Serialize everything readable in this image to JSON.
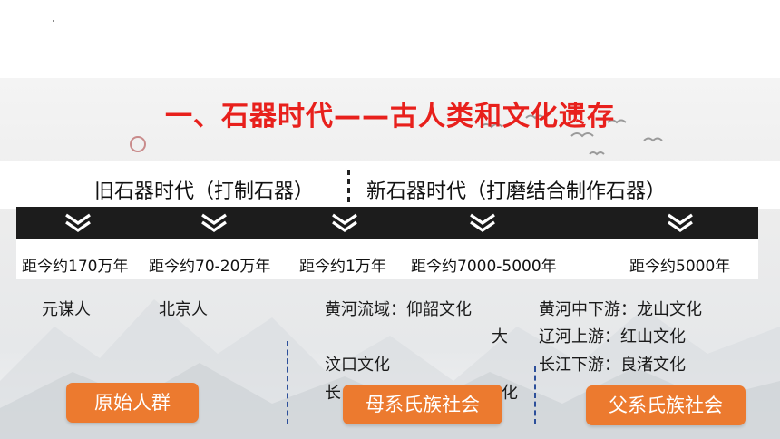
{
  "title": "一、石器时代——古人类和文化遗存",
  "eras": {
    "paleolithic": "旧石器时代（打制石器）",
    "neolithic": "新石器时代（打磨结合制作石器）"
  },
  "dates": [
    "距今约170万年",
    "距今约70-20万年",
    "距今约1万年",
    "距今约7000-5000年",
    "距今约5000年"
  ],
  "cultures": {
    "yuanmou": "元谋人",
    "peking": "北京人",
    "matri_line1": "黄河流域：仰韶文化",
    "matri_line2_fragment": "大",
    "matri_line3": "汶口文化",
    "matri_line4_start": "长",
    "matri_line4_end": "化",
    "patri_line1": "黄河中下游：龙山文化",
    "patri_line2": "辽河上游：红山文化",
    "patri_line3": "长江下游：良渚文化"
  },
  "stages": {
    "primitive": "原始人群",
    "matrilineal": "母系氏族社会",
    "patrilineal": "父系氏族社会"
  },
  "colors": {
    "title": "#e8201c",
    "pill": "#ec7a2f",
    "bar": "#1c1c1c",
    "divider": "#2c4f9a"
  }
}
